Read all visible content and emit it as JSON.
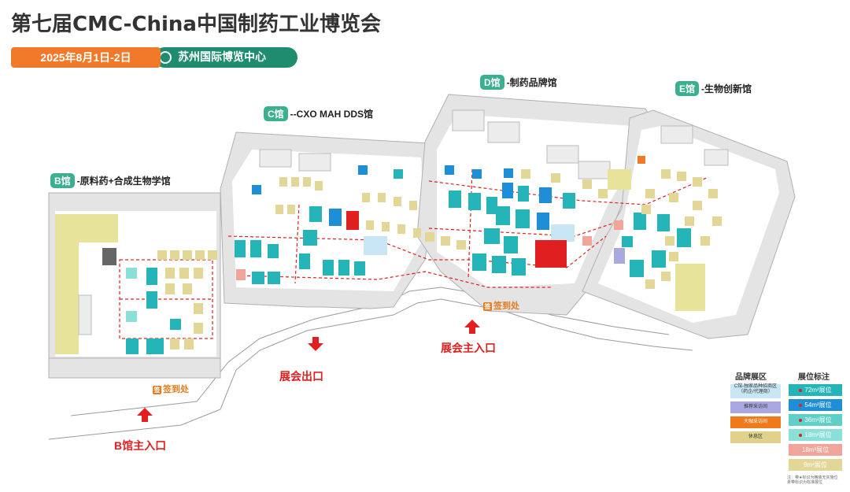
{
  "title": "第七届CMC-China中国制药工业博览会",
  "date": "2025年8月1日-2日",
  "venue": "苏州国际博览中心",
  "colors": {
    "green": "#3bb08f",
    "orange": "#f07a2a",
    "red_entrance": "#e02020",
    "teal_72": "#25b5b8",
    "blue_54": "#1e8fd6",
    "teal_36": "#5fd0c8",
    "teal_18": "#8adfd8",
    "pink_18": "#f0a49a",
    "khaki_9": "#e3d798",
    "brand_zone": "#c8e6f4",
    "purple_zone": "#a9a9e0",
    "coffee_zone": "#f07a1a",
    "rest_zone": "#e0d28a"
  },
  "halls": [
    {
      "badge": "B馆",
      "name": "-原料药+合成生物学馆"
    },
    {
      "badge": "C馆",
      "name": "--CXO MAH DDS馆"
    },
    {
      "badge": "D馆",
      "name": "-制药品牌馆"
    },
    {
      "badge": "E馆",
      "name": "-生物创新馆"
    }
  ],
  "entrances": {
    "exit": "展会出口",
    "main": "展会主入口",
    "b_main": "B馆主入口"
  },
  "checkin": [
    "签到处",
    "签到处"
  ],
  "legend": {
    "brand_header": "品牌展区",
    "booth_header": "展位标注",
    "brand_items": [
      "C馆-独家品种招商区（药企/代理商）",
      "推荐采访间",
      "大咖采访间",
      "休息区"
    ],
    "booth_items": [
      "72m²展位",
      "54m²展位",
      "36m²展位",
      "18m²展位",
      "18m²展位",
      "9m²展位"
    ]
  },
  "footnote": "注：带★标识为精装无实施位 未带标识为标准展位"
}
